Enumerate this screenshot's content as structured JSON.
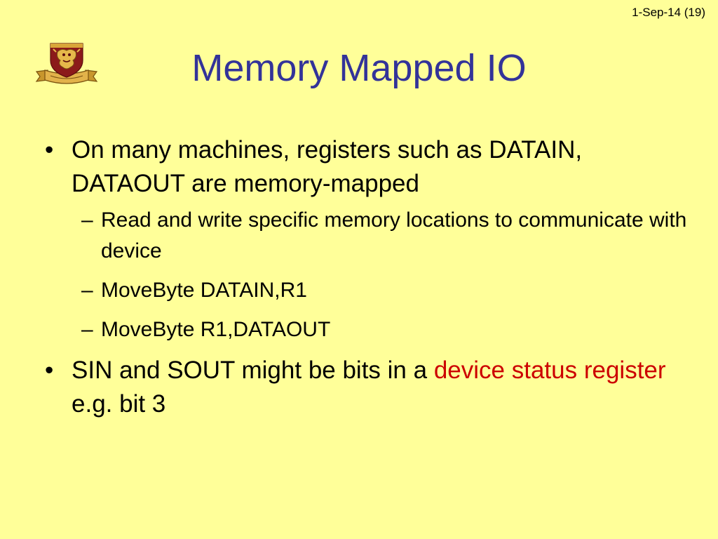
{
  "slide": {
    "page_meta": "1-Sep-14 (19)",
    "logo_icon": "university-crest-icon",
    "title": "Memory Mapped IO",
    "colors": {
      "background": "#ffff99",
      "title": "#333399",
      "highlight": "#cc0000",
      "text": "#000000"
    },
    "bullets": [
      {
        "marker": "•",
        "text": "On many machines, registers such as DATAIN, DATAOUT are memory-mapped",
        "sub": [
          {
            "marker": "–",
            "text": "Read and write specific memory locations to communicate with device"
          },
          {
            "marker": "–",
            "text": "MoveByte DATAIN,R1"
          },
          {
            "marker": "–",
            "text": "MoveByte R1,DATAOUT"
          }
        ]
      },
      {
        "marker": "•",
        "text_before": "SIN and SOUT might be bits in a ",
        "highlight": "device status register",
        "text_after": " e.g. bit 3"
      }
    ]
  }
}
